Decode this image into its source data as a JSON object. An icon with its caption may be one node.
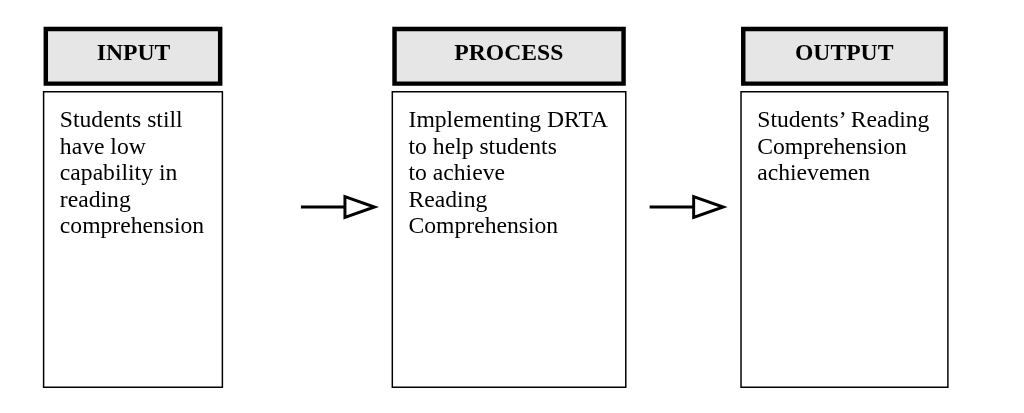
{
  "diagram": {
    "nodes": [
      {
        "text": [
          "INPUT",
          "Students still have low capability in reading comprehension"
        ]
      },
      {
        "text": [
          "PROCESS",
          "Implementing DRTA to help students to achieve Reading Comprehension"
        ]
      },
      {
        "text": [
          "OUTPUT",
          "Students’ Reading Comprehension achievemen"
        ]
      }
    ],
    "edges": [
      {
        "from": 0,
        "to": 1,
        "arrow": "to"
      },
      {
        "from": 1,
        "to": 2,
        "arrow": "to"
      }
    ]
  }
}
